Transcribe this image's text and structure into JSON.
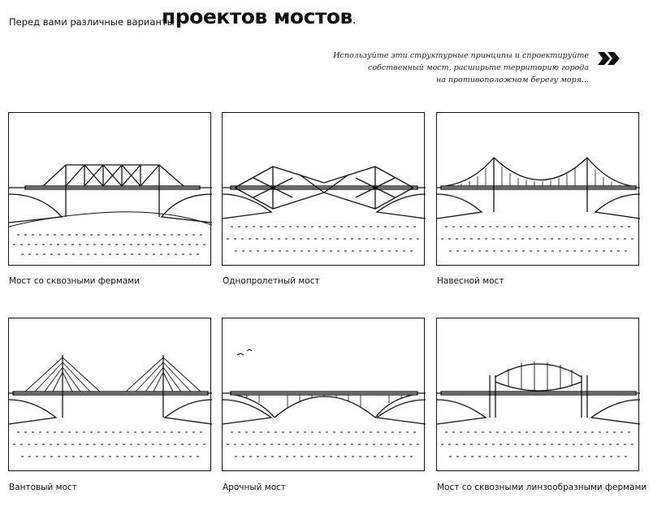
{
  "header": {
    "intro": "Перед вами различные варианты",
    "title": "проектов мостов",
    "title_dot": "."
  },
  "note": {
    "lines": [
      "Используйте эти структурные принципы и спроектируйте",
      "собственный мост, расширьте территорию города",
      "на противоположном берегу моря..."
    ],
    "icon": "double-chevron-right-icon"
  },
  "bridges": [
    {
      "caption": "Мост со сквозными фермами"
    },
    {
      "caption": "Однопролетный мост"
    },
    {
      "caption": "Навесной мост"
    },
    {
      "caption": "Вантовый мост"
    },
    {
      "caption": "Арочный мост"
    },
    {
      "caption": "Мост со сквозными линзообразными фермами"
    }
  ]
}
